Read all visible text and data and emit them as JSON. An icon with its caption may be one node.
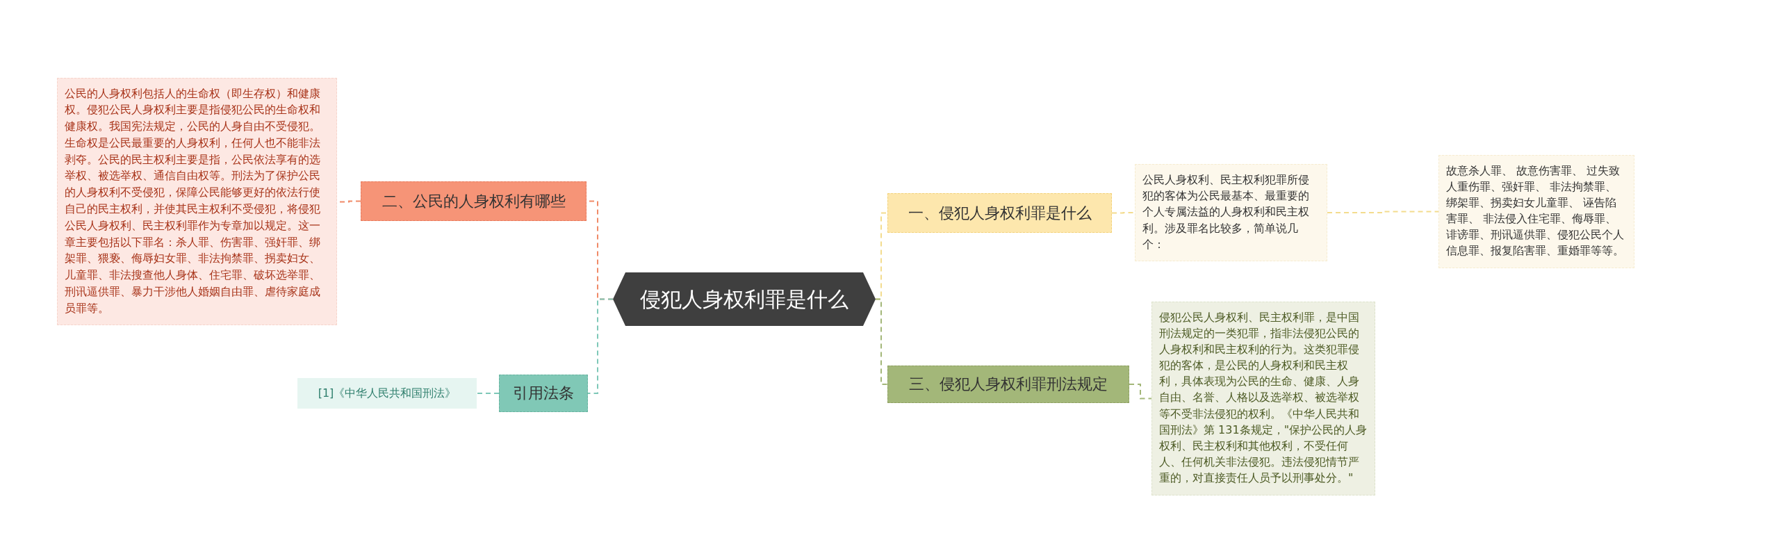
{
  "diagram": {
    "nodes": [
      {
        "text": [
          "侵犯人身权利罪是什么"
        ]
      },
      {
        "text": [
          "一、侵犯人身权利罪是什么"
        ]
      },
      {
        "text": [
          "公民人身权利、民主权利犯罪所侵犯的客体为公民最基本、最重要的个人专属法益的人身权利和民主权利。涉及罪名比较多，简单说几个："
        ]
      },
      {
        "text": [
          "故意杀人罪、 故意伤害罪、 过失致人重伤罪、强奸罪、 非法拘禁罪、绑架罪、拐卖妇女儿童罪、 诬告陷害罪、 非法侵入住宅罪、侮辱罪、诽谤罪、刑讯逼供罪、侵犯公民个人信息罪、报复陷害罪、重婚罪等等。"
        ]
      },
      {
        "text": [
          "三、侵犯人身权利罪刑法规定"
        ]
      },
      {
        "text": [
          "侵犯公民人身权利、民主权利罪，是中国刑法规定的一类犯罪，指非法侵犯公民的人身权利和民主权利的行为。这类犯罪侵犯的客体，是公民的人身权利和民主权利，具体表现为公民的生命、健康、人身自由、名誉、人格以及选举权、被选举权等不受非法侵犯的权利。《中华人民共和国刑法》第 131条规定，\"保护公民的人身权利、民主权利和其他权利，不受任何人、任何机关非法侵犯。违法侵犯情节严重的，对直接责任人员予以刑事处分。\""
        ]
      },
      {
        "text": [
          "二、公民的人身权利有哪些"
        ]
      },
      {
        "text": [
          "公民的人身权利包括人的生命权（即生存权）和健康权。侵犯公民人身权利主要是指侵犯公民的生命权和健康权。我国宪法规定，公民的人身自由不受侵犯。生命权是公民最重要的人身权利，任何人也不能非法剥夺。公民的民主权利主要是指，公民依法享有的选举权、被选举权、通信自由权等。刑法为了保护公民的人身权利不受侵犯，保障公民能够更好的依法行使自己的民主权利，并使其民主权利不受侵犯，将侵犯公民人身权利、民主权利罪作为专章加以规定。这一章主要包括以下罪名：杀人罪、伤害罪、强奸罪、绑架罪、猥亵、侮辱妇女罪、非法拘禁罪、拐卖妇女、儿童罪、非法搜查他人身体、住宅罪、破坏选举罪、刑讯逼供罪、暴力干涉他人婚姻自由罪、虐待家庭成员罪等。"
        ]
      },
      {
        "text": [
          "引用法条"
        ]
      },
      {
        "text": [
          "[1]《中华人民共和国刑法》"
        ]
      }
    ],
    "edges": [
      {
        "from": 0,
        "to": 1,
        "arrow": "none",
        "style": "dashed",
        "color": "#f3dc8e"
      },
      {
        "from": 1,
        "to": 2,
        "arrow": "none",
        "style": "dashed",
        "color": "#f3dc8e"
      },
      {
        "from": 2,
        "to": 3,
        "arrow": "none",
        "style": "dashed",
        "color": "#f3dc8e"
      },
      {
        "from": 0,
        "to": 4,
        "arrow": "none",
        "style": "dashed",
        "color": "#a3b779"
      },
      {
        "from": 4,
        "to": 5,
        "arrow": "none",
        "style": "dashed",
        "color": "#a3b779"
      },
      {
        "from": 0,
        "to": 6,
        "arrow": "none",
        "style": "dashed",
        "color": "#f08a68"
      },
      {
        "from": 6,
        "to": 7,
        "arrow": "none",
        "style": "dashed",
        "color": "#f08a68"
      },
      {
        "from": 0,
        "to": 8,
        "arrow": "none",
        "style": "dashed",
        "color": "#7ec8b8"
      },
      {
        "from": 8,
        "to": 9,
        "arrow": "none",
        "style": "dashed",
        "color": "#7ec8b8"
      }
    ]
  }
}
